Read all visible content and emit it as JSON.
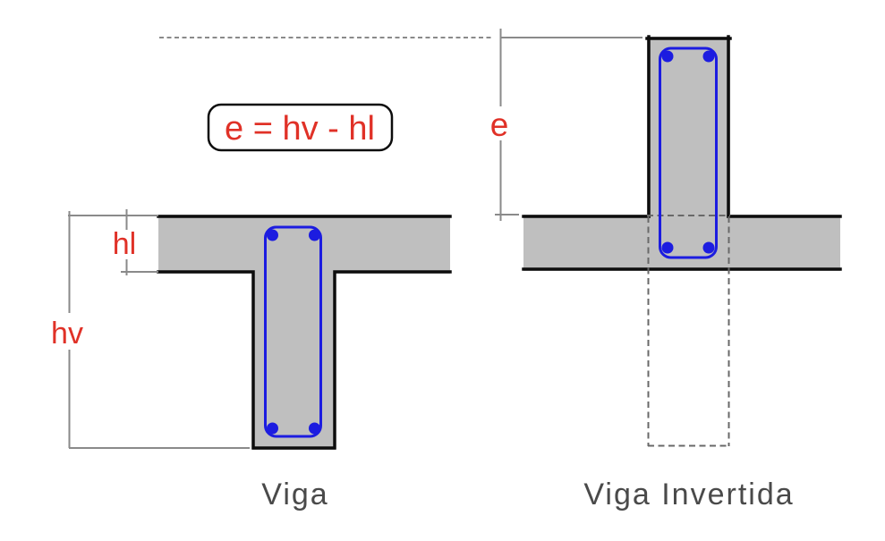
{
  "formula": {
    "text": "e = hv - hl"
  },
  "dimensions": {
    "slab_thickness_label": "hl",
    "beam_depth_label": "hv",
    "eccentricity_label": "e"
  },
  "captions": {
    "left_beam": "Viga",
    "right_beam": "Viga Invertida"
  },
  "colors": {
    "red": "#e03127",
    "rebar-blue": "#1c1ce0",
    "concrete": "#bfbfbf",
    "outline": "#0d0d0d",
    "dimension": "#8a8a8a",
    "ghost": "#686868",
    "caption": "#4a4a4a"
  }
}
